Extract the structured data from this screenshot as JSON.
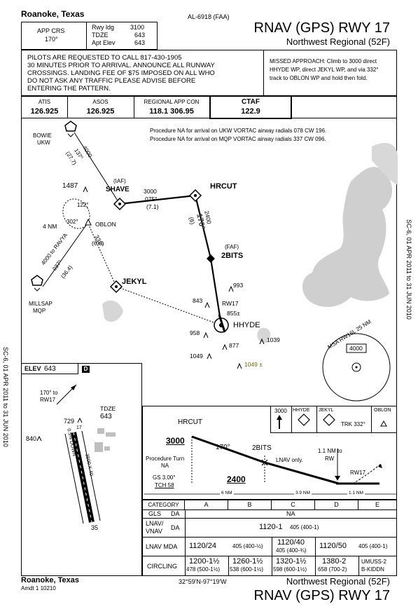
{
  "header": {
    "city": "Roanoke, Texas",
    "al_number": "AL-6918 (FAA)",
    "procedure": "RNAV (GPS) RWY 17",
    "airport": "Northwest Regional (52F)",
    "app_crs_label": "APP CRS",
    "app_crs_value": "170°",
    "rwy_ldg_label": "Rwy ldg",
    "rwy_ldg_value": "3100",
    "tdze_label": "TDZE",
    "tdze_value": "643",
    "apt_elev_label": "Apt Elev",
    "apt_elev_value": "643"
  },
  "notes": {
    "remarks": "PILOTS ARE REQUESTED TO CALL 817-430-1905\n30 MINUTES PRIOR TO ARRIVAL. ANNOUNCE ALL RUNWAY\nCROSSINGS. LANDING FEE OF $75 IMPOSED ON ALL WHO\nDO NOT ASK ANY TRAFFIC PLEASE ADVISE BEFORE\nENTERING THE PATTERN.",
    "missed_approach": "MISSED APPROACH: Climb to 3000 direct\nHHYDE WP, direct JEKYL WP, and via 332°\ntrack to OBLON WP and hold then fold."
  },
  "comms": [
    {
      "label": "ATIS",
      "freq": "126.925"
    },
    {
      "label": "ASOS",
      "freq": "126.925"
    },
    {
      "label": "REGIONAL APP CON",
      "freq": "118.1  306.95"
    },
    {
      "label": "CTAF",
      "freq": "122.9"
    }
  ],
  "side_labels": {
    "left": "SC-6, 01 APR 2011 to 31 JUN 2010",
    "right": "SC-6, 01 APR 2011 to 31 JUN 2010"
  },
  "plan_view": {
    "na_note_1": "Procedure NA for arrival on UKW VORTAC airway radials 078 CW 196.",
    "na_note_2": "Procedure NA for arrival on MQP VORTAC airway radials 337 CW 096.",
    "bowie": "BOWIE",
    "ukw": "UKW",
    "bowie_alt": "4000",
    "bowie_crs": "137°",
    "bowie_dist": "(27.7)",
    "iaf": "(IAF)",
    "shave": "SHAVE",
    "elev_1487": "1487",
    "shave_alt": "3000",
    "shave_crs": "075°",
    "shave_dist": "(7.1)",
    "hrcut": "HRCUT",
    "hrcut_alt": "2400",
    "hrcut_crs": "170°",
    "hrcut_dist": "(6)",
    "faf": "(FAF)",
    "twobits": "2BITS",
    "hold_in": "122°",
    "hold_out": "302°",
    "hold_len": "4 NM",
    "oblon": "OBLON",
    "oblon_crs": "332°",
    "oblon_dist": "(6.6)",
    "ravya_1": "4000 to RAVYA",
    "ravya_2": "037°",
    "ravya_3": "(36.4)",
    "millsap": "MILLSAP",
    "mqp": "MQP",
    "jekyl": "JEKYL",
    "elev_993": "993",
    "elev_843": "843",
    "rw17": "RW17",
    "elev_855": "855±",
    "hhyde": "HHYDE",
    "elev_958": "958",
    "elev_877": "877",
    "elev_1039": "1039",
    "elev_1049": "1049",
    "elev_1049b": "1049 ±",
    "msa": "MSA RW16L 25 NM",
    "msa_alt": "4000"
  },
  "airport_diagram": {
    "elev_label": "ELEV",
    "elev_value": "643",
    "d_icon": "D",
    "rwy_crs": "170° to",
    "rwy_name": "RW17",
    "tdze_label": "TDZE",
    "tdze_value": "643",
    "elev_729": "729",
    "elev_840": "840",
    "rwy_dims": "3500 X 40",
    "rwy_35": "35",
    "grade": "0.5% DOWN",
    "elev_17": "17"
  },
  "profile": {
    "climb_alt": "3000",
    "hhyde": "HHYDE",
    "jekyl": "JEKYL",
    "oblon": "OBLON",
    "trk": "TRK 332°",
    "hrcut": "HRCUT",
    "alt_3000": "3000",
    "crs_170": "170°",
    "twobits": "2BITS",
    "nm_note_1": "1.1 NM to",
    "nm_note_2": "RW",
    "lnav_only": "LNAV only.",
    "pt_na_1": "Procedure Turn",
    "pt_na_2": "NA",
    "gs": "GS 3.00°",
    "tch": "TCH 58",
    "alt_2400": "2400",
    "rw17": "RW17",
    "dist_6": "6 NM",
    "dist_39": "3.9 NM",
    "dist_11": "1.1 NM"
  },
  "minimums": {
    "headers": [
      "CATEGORY",
      "A",
      "B",
      "C",
      "D",
      "E"
    ],
    "gls": {
      "label": "GLS",
      "sub": "DA",
      "value": "NA"
    },
    "lnav_vnav": {
      "label1": "LNAV/",
      "label2": "VNAV",
      "sub": "DA",
      "value": "1120-1",
      "note": "405 (400-1)"
    },
    "lnav_mda": {
      "label": "LNAV  MDA",
      "ab_main": "1120/24",
      "ab_note": "405 (400-½)",
      "c_main": "1120/40",
      "c_note": "405 (400-¾)",
      "d_main": "1120/50",
      "d_note": "405 (400-1)"
    },
    "circling": {
      "label": "CIRCLING",
      "a_main": "1200-1½",
      "a_note": "478 (500-1½)",
      "b_main": "1260-1½",
      "b_note": "538 (600-1½)",
      "c_main": "1320-1½",
      "c_note": "598 (600-1½)",
      "d_main": "1380-2",
      "d_note": "658 (700-2)",
      "e_1": "UMUSS-2",
      "e_2": "B-KIDDN"
    }
  },
  "footer": {
    "city": "Roanoke, Texas",
    "amdt": "Amdt 1  10210",
    "coords": "32°59'N-97°19'W",
    "airport": "Northwest Regional (52F)",
    "procedure": "RNAV (GPS) RWY 17"
  }
}
